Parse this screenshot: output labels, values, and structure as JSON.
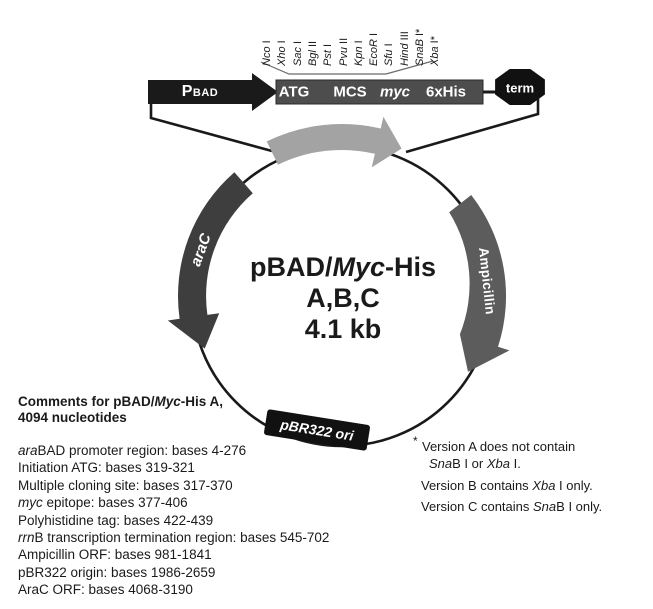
{
  "linear_map": {
    "promoter": {
      "main": "P",
      "sub": "BAD"
    },
    "cassette": {
      "atg": "ATG",
      "mcs": "MCS",
      "myc": "myc",
      "his": "6xHis"
    },
    "terminator": "term",
    "mcs_sites": [
      {
        "name": "Nco",
        "suffix": " I"
      },
      {
        "name": "Xho",
        "suffix": " I"
      },
      {
        "name": "Sac",
        "suffix": " I"
      },
      {
        "name": "Bgl",
        "suffix": " II"
      },
      {
        "name": "Pst",
        "suffix": " I"
      },
      {
        "name": "Pvu",
        "suffix": " II"
      },
      {
        "name": "Kpn",
        "suffix": " I"
      },
      {
        "name": "EcoR",
        "suffix": " I"
      },
      {
        "name": "Sfu",
        "suffix": " I"
      },
      {
        "name": "Hind",
        "suffix": " III"
      },
      {
        "name": "SnaB",
        "suffix": " I*"
      },
      {
        "name": "Xba",
        "suffix": " I*"
      }
    ]
  },
  "plasmid": {
    "title_pre": "pBAD/",
    "title_italic": "Myc",
    "title_post": "-His",
    "title_line2": "A,B,C",
    "title_line3": "4.1 kb",
    "arac_label": "araC",
    "ampicillin_label": "Ampicillin",
    "ori_label": "pBR322 ori"
  },
  "comments": {
    "heading_pre": "Comments for pBAD/",
    "heading_italic": "Myc",
    "heading_post": "-His A,",
    "heading_line2": "4094 nucleotides",
    "items": [
      {
        "italic": "ara",
        "text": "BAD promoter region: bases 4-276"
      },
      {
        "italic": "",
        "text": "Initiation ATG: bases 319-321"
      },
      {
        "italic": "",
        "text": "Multiple cloning site: bases 317-370"
      },
      {
        "italic": "myc",
        "text": " epitope: bases 377-406"
      },
      {
        "italic": "",
        "text": "Polyhistidine tag: bases 422-439"
      },
      {
        "italic": "rrn",
        "text": "B transcription termination region: bases 545-702"
      },
      {
        "italic": "",
        "text": "Ampicillin ORF: bases 981-1841"
      },
      {
        "italic": "",
        "text": "pBR322 origin: bases 1986-2659"
      },
      {
        "italic": "",
        "text": "AraC ORF: bases 4068-3190"
      }
    ]
  },
  "footnotes": {
    "marker": "*",
    "a_p1": "Version A does not contain",
    "a_i1": "Sna",
    "a_p2": "B I or ",
    "a_i2": "Xba",
    "a_p3": " I.",
    "b_p1": "Version B contains ",
    "b_i1": "Xba",
    "b_p2": " I only.",
    "c_p1": "Version C contains ",
    "c_i1": "Sna",
    "c_p2": "B I only."
  },
  "colors": {
    "black": "#1a1a1a",
    "cassette_bar_gray": "#4d4d4d",
    "expression_arrow_gray": "#a3a3a3",
    "arac_dark_gray": "#3e3e3e",
    "ampicillin_gray": "#5c5c5c",
    "ori_box_black": "#111111",
    "label_white": "#ffffff"
  }
}
